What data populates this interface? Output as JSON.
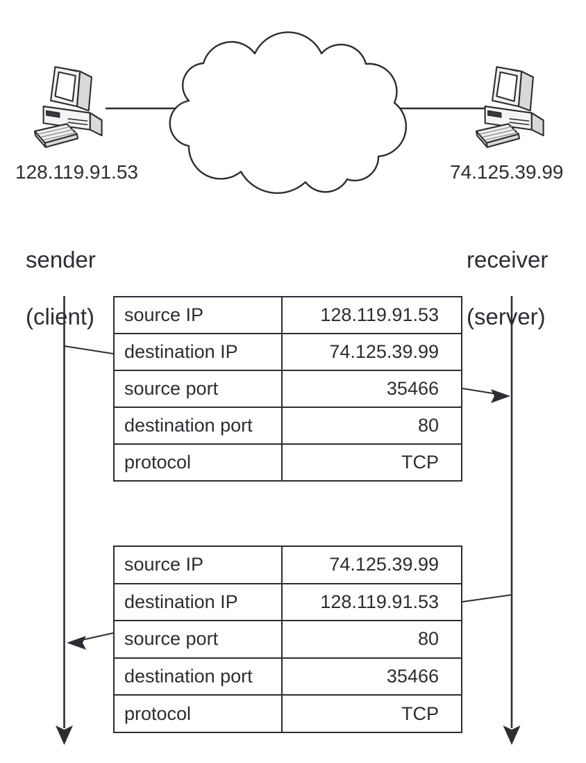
{
  "hosts": {
    "client": {
      "ip": "128.119.91.53",
      "role": "sender",
      "role_detail": "(client)"
    },
    "server": {
      "ip": "74.125.39.99",
      "role": "receiver",
      "role_detail": "(server)"
    }
  },
  "packets": [
    {
      "direction": "client-to-server",
      "rows": [
        {
          "label": "source IP",
          "value": "128.119.91.53"
        },
        {
          "label": "destination IP",
          "value": "74.125.39.99"
        },
        {
          "label": "source port",
          "value": "35466"
        },
        {
          "label": "destination port",
          "value": "80"
        },
        {
          "label": "protocol",
          "value": "TCP"
        }
      ]
    },
    {
      "direction": "server-to-client",
      "rows": [
        {
          "label": "source IP",
          "value": "74.125.39.99"
        },
        {
          "label": "destination IP",
          "value": "128.119.91.53"
        },
        {
          "label": "source port",
          "value": "80"
        },
        {
          "label": "destination port",
          "value": "35466"
        },
        {
          "label": "protocol",
          "value": "TCP"
        }
      ]
    }
  ],
  "colors": {
    "ink": "#2c2c34",
    "background": "#ffffff"
  }
}
